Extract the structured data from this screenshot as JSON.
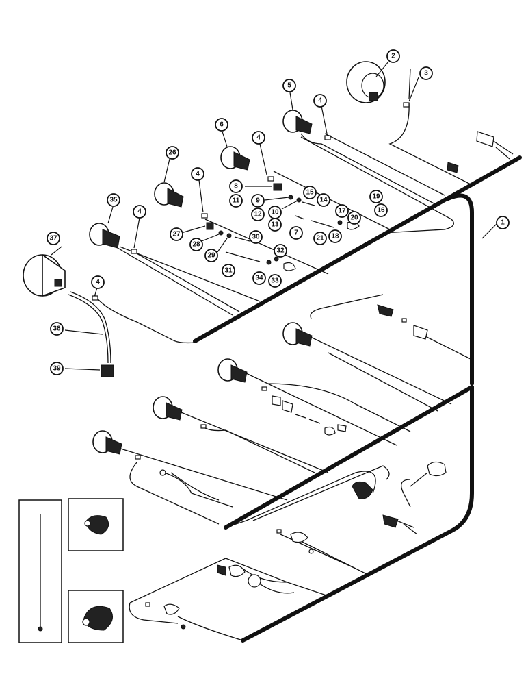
{
  "diagram": {
    "callouts": [
      {
        "label": "1"
      },
      {
        "label": "2"
      },
      {
        "label": "3"
      },
      {
        "label": "4"
      },
      {
        "label": "4"
      },
      {
        "label": "4"
      },
      {
        "label": "4"
      },
      {
        "label": "4"
      },
      {
        "label": "5"
      },
      {
        "label": "6"
      },
      {
        "label": "7"
      },
      {
        "label": "8"
      },
      {
        "label": "9"
      },
      {
        "label": "10"
      },
      {
        "label": "11"
      },
      {
        "label": "12"
      },
      {
        "label": "13"
      },
      {
        "label": "14"
      },
      {
        "label": "15"
      },
      {
        "label": "16"
      },
      {
        "label": "17"
      },
      {
        "label": "18"
      },
      {
        "label": "19"
      },
      {
        "label": "20"
      },
      {
        "label": "21"
      },
      {
        "label": "26"
      },
      {
        "label": "27"
      },
      {
        "label": "28"
      },
      {
        "label": "29"
      },
      {
        "label": "30"
      },
      {
        "label": "31"
      },
      {
        "label": "32"
      },
      {
        "label": "33"
      },
      {
        "label": "34"
      },
      {
        "label": "35"
      },
      {
        "label": "37"
      },
      {
        "label": "38"
      },
      {
        "label": "39"
      }
    ]
  }
}
